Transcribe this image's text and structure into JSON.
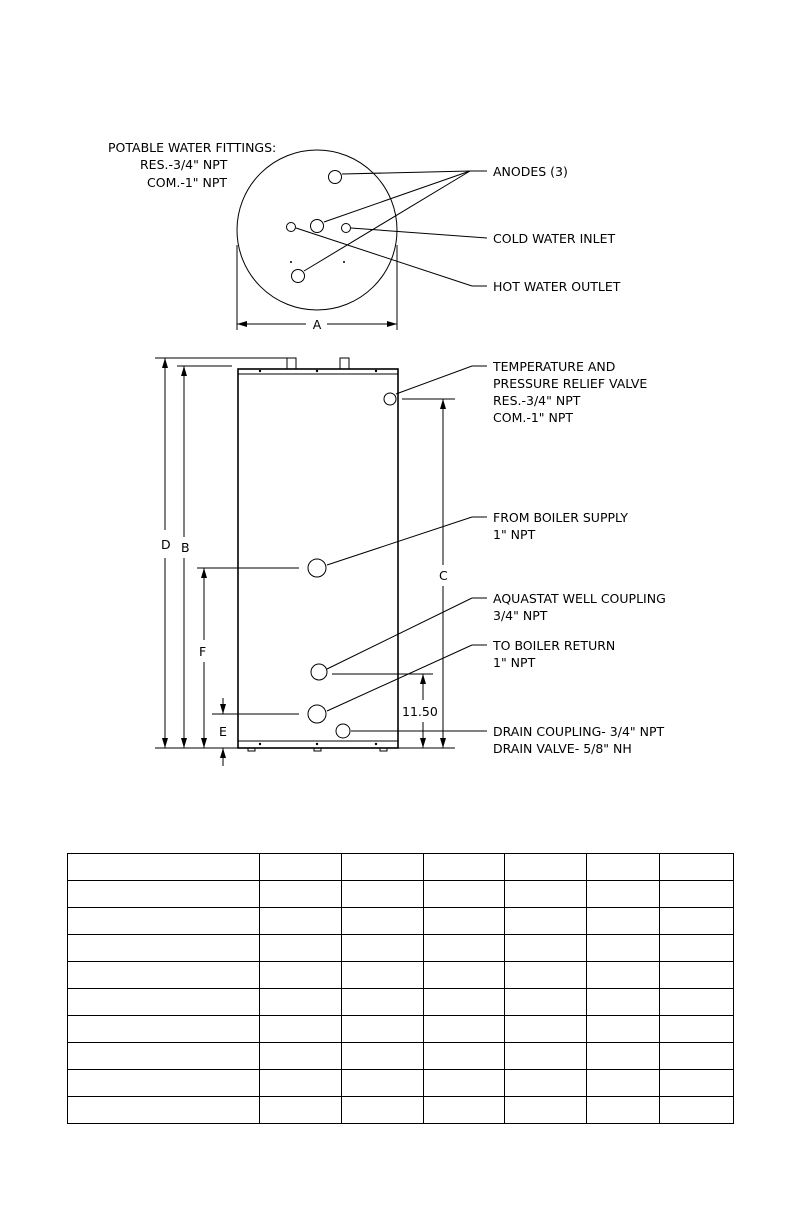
{
  "top_view": {
    "fittings_title": "POTABLE WATER FITTINGS:",
    "fittings_res": "RES.-3/4\" NPT",
    "fittings_com": "COM.-1\" NPT",
    "anodes": "ANODES (3)",
    "cold_inlet": "COLD WATER INLET",
    "hot_outlet": "HOT WATER OUTLET",
    "dim_a": "A"
  },
  "side_view": {
    "tpr_1": "TEMPERATURE AND",
    "tpr_2": "PRESSURE RELIEF VALVE",
    "tpr_3": "RES.-3/4\" NPT",
    "tpr_4": "COM.-1\" NPT",
    "boiler_supply_1": "FROM BOILER SUPPLY",
    "boiler_supply_2": "1\" NPT",
    "aquastat_1": "AQUASTAT WELL COUPLING",
    "aquastat_2": "3/4\" NPT",
    "boiler_return_1": "TO BOILER RETURN",
    "boiler_return_2": "1\" NPT",
    "drain_1": "DRAIN COUPLING- 3/4\" NPT",
    "drain_2": "DRAIN VALVE- 5/8\" NH",
    "dim_b": "B",
    "dim_c": "C",
    "dim_d": "D",
    "dim_e": "E",
    "dim_f": "F",
    "dim_1150": "11.50"
  },
  "table": {
    "rows": 10,
    "cols": 7
  }
}
